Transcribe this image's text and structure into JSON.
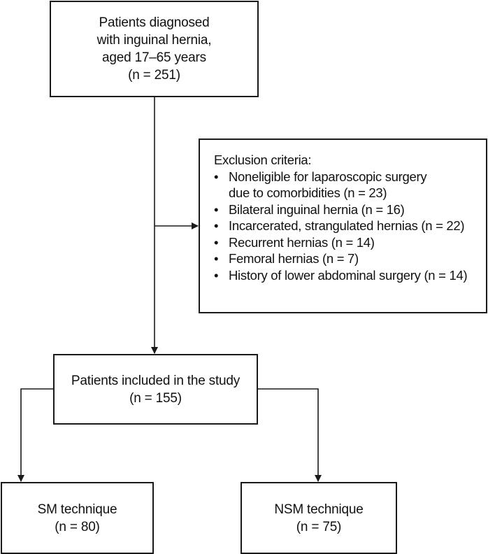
{
  "top_box": {
    "lines": [
      "Patients diagnosed",
      "with inguinal hernia,",
      "aged 17–65 years",
      "(n = 251)"
    ]
  },
  "exclusion": {
    "title": "Exclusion criteria:",
    "items": [
      "Noneligible for laparoscopic surgery\ndue to comorbidities (n = 23)",
      "Bilateral inguinal hernia (n = 16)",
      "Incarcerated, strangulated hernias (n = 22)",
      "Recurrent hernias (n = 14)",
      "Femoral hernias (n = 7)",
      "History of lower abdominal surgery (n = 14)"
    ]
  },
  "included_box": {
    "lines": [
      "Patients included in the study",
      "(n = 155)"
    ]
  },
  "sm_box": {
    "lines": [
      "SM technique",
      "(n = 80)"
    ]
  },
  "nsm_box": {
    "lines": [
      "NSM technique",
      "(n = 75)"
    ]
  }
}
